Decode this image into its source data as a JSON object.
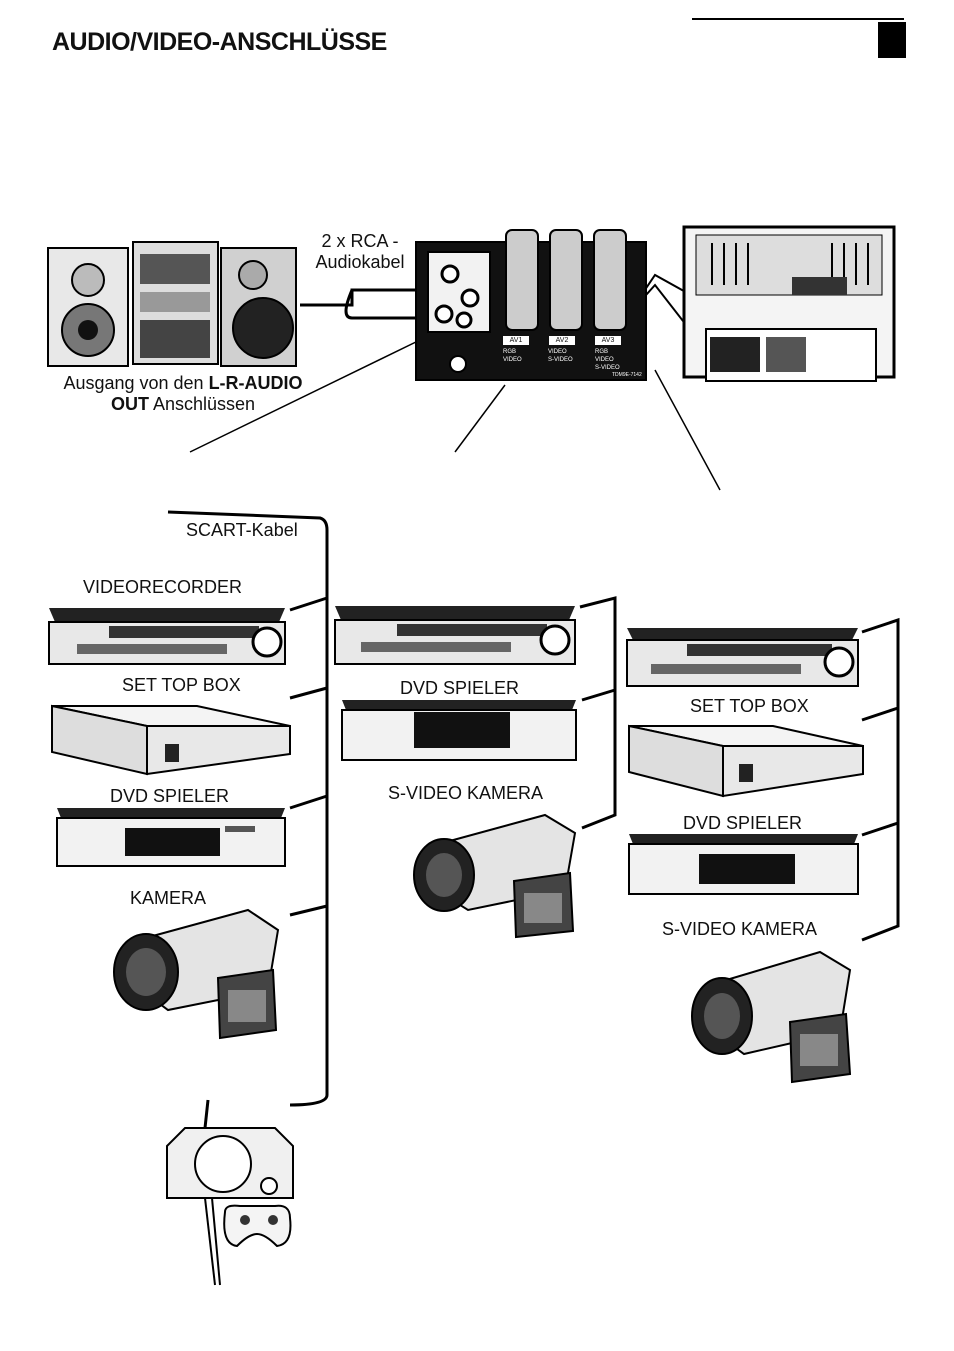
{
  "page": {
    "title": "AUDIO/VIDEO-ANSCHLÜSSE"
  },
  "labels": {
    "rca_cable_line1": "2 x RCA -",
    "rca_cable_line2": "Audiokabel",
    "audio_out_prefix": "Ausgang von den ",
    "audio_out_bold1": "L-R-AUDIO",
    "audio_out_bold2": "OUT",
    "audio_out_suffix": " Anschlüssen",
    "scart_cable": "SCART-Kabel"
  },
  "panel": {
    "av1": "AV1",
    "av2": "AV2",
    "av3": "AV3",
    "av1_rgb": "RGB",
    "av1_video": "VIDEO",
    "av2_video": "VIDEO",
    "av2_svideo": "S-VIDEO",
    "av3_rgb": "RGB",
    "av3_video": "VIDEO",
    "av3_svideo": "S-VIDEO",
    "model": "TDM9E-7142"
  },
  "devices": {
    "col1": {
      "videorecorder": "VIDEORECORDER",
      "set_top_box": "SET TOP BOX",
      "dvd": "DVD SPIELER",
      "camera": "KAMERA"
    },
    "col2": {
      "dvd": "DVD SPIELER",
      "svideo_camera": "S-VIDEO KAMERA"
    },
    "col3": {
      "set_top_box": "SET TOP BOX",
      "dvd": "DVD SPIELER",
      "svideo_camera": "S-VIDEO KAMERA"
    }
  }
}
